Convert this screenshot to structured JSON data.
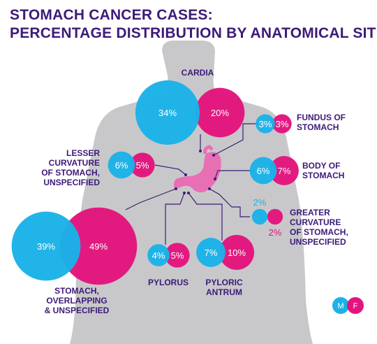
{
  "title_lines": [
    "STOMACH CANCER CASES:",
    "PERCENTAGE DISTRIBUTION BY ANATOMICAL SITE"
  ],
  "colors": {
    "male": "#1ab2e8",
    "female": "#e2147d",
    "text": "#3d1a78",
    "body": "#c8c8ca",
    "stomach": "#e96fb4"
  },
  "legend": {
    "male": "M",
    "female": "F"
  },
  "chart_data": {
    "type": "bubble",
    "title": "STOMACH CANCER CASES: PERCENTAGE DISTRIBUTION BY ANATOMICAL SITE",
    "series": [
      {
        "name": "M",
        "color": "#1ab2e8",
        "values": [
          34,
          3,
          6,
          6,
          2,
          39,
          4,
          7
        ]
      },
      {
        "name": "F",
        "color": "#e2147d",
        "values": [
          20,
          3,
          5,
          7,
          2,
          49,
          5,
          10
        ]
      }
    ],
    "categories": [
      "CARDIA",
      "FUNDUS OF STOMACH",
      "LESSER CURVATURE OF STOMACH, UNSPECIFIED",
      "BODY OF STOMACH",
      "GREATER CURVATURE OF STOMACH, UNSPECIFIED",
      "STOMACH, OVERLAPPING & UNSPECIFIED",
      "PYLORUS",
      "PYLORIC ANTRUM"
    ],
    "sites": [
      {
        "id": "cardia",
        "label_lines": [
          "CARDIA"
        ],
        "m": "34%",
        "f": "20%"
      },
      {
        "id": "fundus",
        "label_lines": [
          "FUNDUS OF",
          "STOMACH"
        ],
        "m": "3%",
        "f": "3%"
      },
      {
        "id": "lesser",
        "label_lines": [
          "LESSER",
          "CURVATURE",
          "OF STOMACH,",
          "UNSPECIFIED"
        ],
        "m": "6%",
        "f": "5%"
      },
      {
        "id": "body",
        "label_lines": [
          "BODY OF",
          "STOMACH"
        ],
        "m": "6%",
        "f": "7%"
      },
      {
        "id": "greater",
        "label_lines": [
          "GREATER",
          "CURVATURE",
          "OF STOMACH,",
          "UNSPECIFIED"
        ],
        "m": "2%",
        "f": "2%"
      },
      {
        "id": "overlap",
        "label_lines": [
          "STOMACH,",
          "OVERLAPPING",
          "& UNSPECIFIED"
        ],
        "m": "39%",
        "f": "49%"
      },
      {
        "id": "pylorus",
        "label_lines": [
          "PYLORUS"
        ],
        "m": "4%",
        "f": "5%"
      },
      {
        "id": "antrum",
        "label_lines": [
          "PYLORIC",
          "ANTRUM"
        ],
        "m": "7%",
        "f": "10%"
      }
    ]
  }
}
